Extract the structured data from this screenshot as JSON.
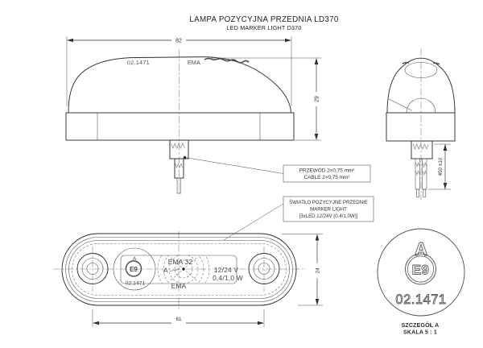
{
  "title": {
    "line1": "LAMPA POZYCYJNA PRZEDNIA LD370",
    "line2": "LED MARKER LIGHT D370"
  },
  "side_view": {
    "width_dim": "82",
    "height_dim": "29",
    "emboss_number": "02.1471",
    "emboss_brand": "EMA"
  },
  "end_view": {
    "cable_length_dim": "450 ±10"
  },
  "cable_callout": {
    "line1": "PRZEWÓD 2×0,75 mm²",
    "line2": "CABLE 2×0,75 mm²"
  },
  "marker_callout": {
    "line1": "ŚWIATŁO POZYCYJNE PRZEDNIE",
    "line2": "MARKER LIGHT",
    "line3": "[3xLED 12/24V (0,4/1,0W)]"
  },
  "bottom_view": {
    "hole_spacing_dim": "61",
    "height_dim": "24",
    "marking_ema32": "EMA 32",
    "marking_a": "A",
    "marking_ema": "EMA",
    "marking_voltage": "12/24 V",
    "marking_power": "0,4/1,0 W",
    "emark": {
      "detail_letter": "A",
      "code": "E9",
      "number": "02.1471"
    }
  },
  "detail_view": {
    "letter": "A",
    "emark_code": "E9",
    "approval_number": "02.1471",
    "caption_line1": "SZCZEGÓŁ A",
    "caption_line2": "SKALA 5 : 1"
  },
  "colors": {
    "background": "#ffffff",
    "line": "#2f2f2f",
    "marking": "#4a4a4a"
  }
}
